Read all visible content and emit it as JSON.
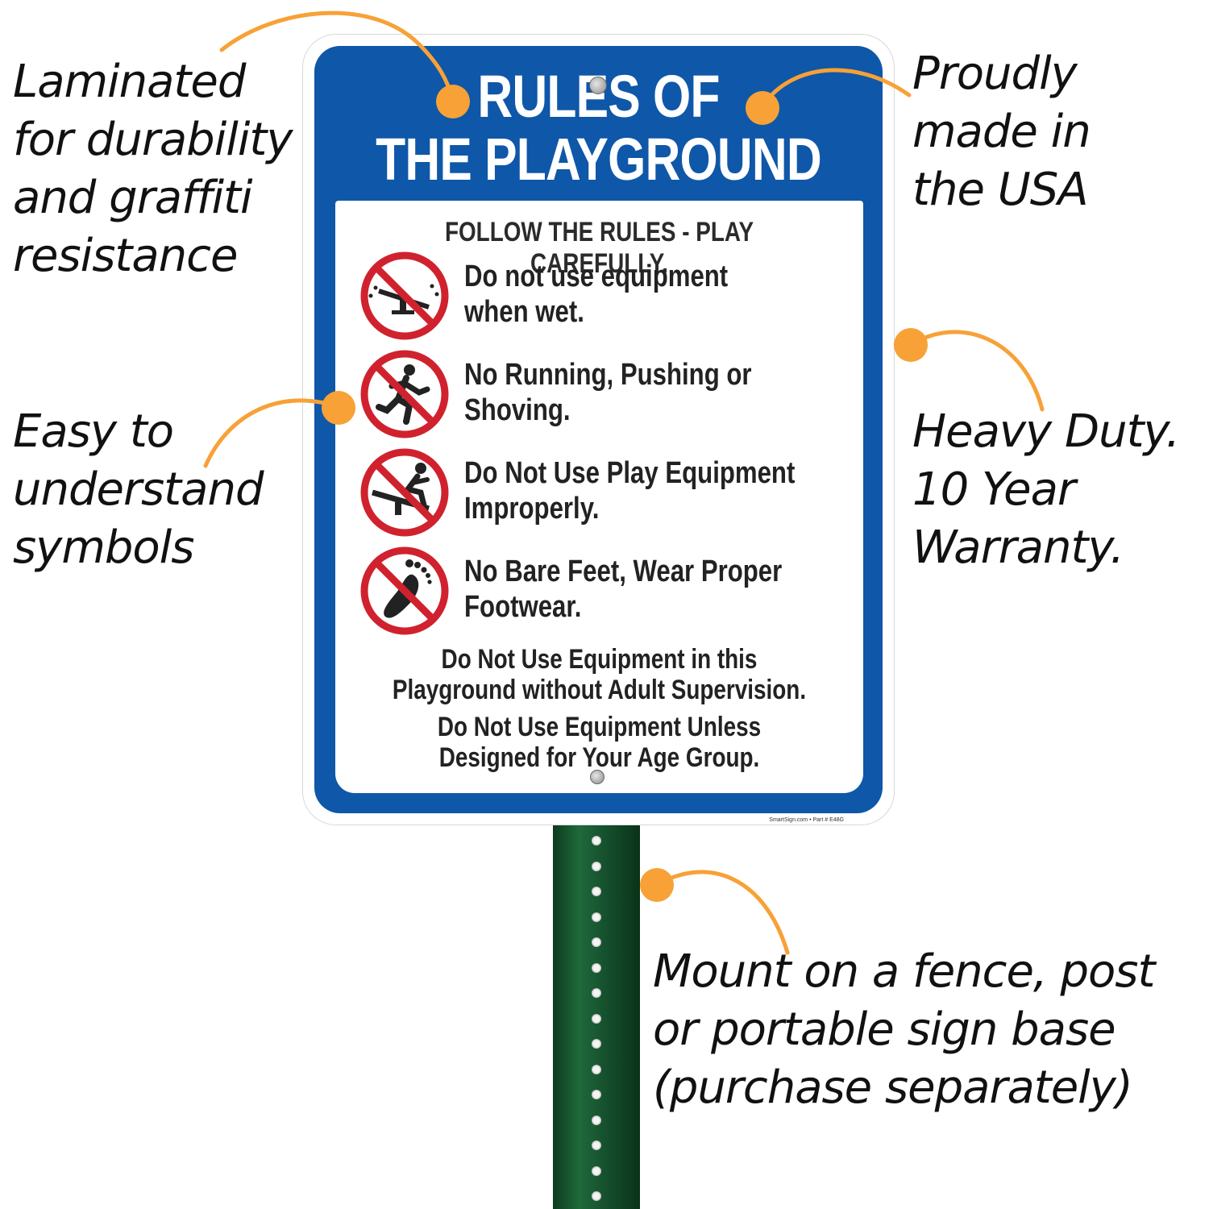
{
  "sign": {
    "title_line1": "RULES OF",
    "title_line2": "THE PLAYGROUND",
    "subheading": "FOLLOW THE RULES - PLAY CAREFULLY.",
    "rules": [
      {
        "text": "Do not use equipment\nwhen wet.",
        "icon": "no-wet-equipment-icon"
      },
      {
        "text": "No Running, Pushing or\nShoving.",
        "icon": "no-running-icon"
      },
      {
        "text": "Do Not Use Play Equipment\nImproperly.",
        "icon": "no-improper-use-icon"
      },
      {
        "text": "No Bare Feet, Wear Proper\nFootwear.",
        "icon": "no-bare-feet-icon"
      }
    ],
    "footer1": "Do Not Use Equipment in this\nPlayground without Adult Supervision.",
    "footer2": "Do Not Use Equipment Unless\nDesigned for Your Age Group.",
    "part_number": "SmartSign.com • Part # E48G"
  },
  "callouts": {
    "laminated": "Laminated\nfor durability\nand graffiti\nresistance",
    "usa": "Proudly\nmade in\nthe USA",
    "symbols": "Easy to\nunderstand\nsymbols",
    "heavy_duty": "Heavy Duty.\n10 Year\nWarranty.",
    "mount": "Mount on a fence, post\nor portable sign base\n(purchase separately)"
  },
  "colors": {
    "sign_blue": "#0f57a8",
    "prohibition_red": "#d0222e",
    "callout_orange": "#f7a137",
    "post_green": "#1f6a3a"
  }
}
